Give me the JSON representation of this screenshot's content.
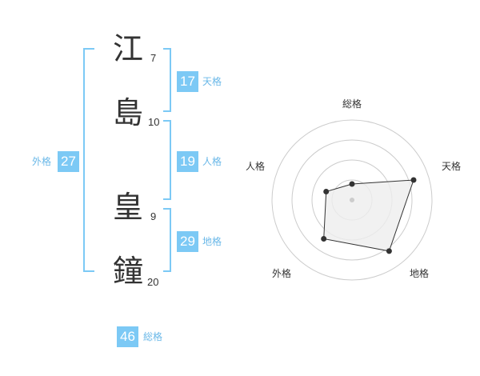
{
  "name": {
    "chars": [
      {
        "char": "江",
        "strokes": "7"
      },
      {
        "char": "島",
        "strokes": "10"
      },
      {
        "char": "皇",
        "strokes": "9"
      },
      {
        "char": "鐘",
        "strokes": "20"
      }
    ]
  },
  "fortunes": {
    "tenkaku": {
      "value": "17",
      "label": "天格"
    },
    "jinkaku": {
      "value": "19",
      "label": "人格"
    },
    "chikaku": {
      "value": "29",
      "label": "地格"
    },
    "gaikaku": {
      "value": "27",
      "label": "外格"
    },
    "soukaku": {
      "value": "46",
      "label": "総格"
    }
  },
  "radar": {
    "axes": [
      "総格",
      "天格",
      "地格",
      "外格",
      "人格"
    ],
    "values": [
      0.2,
      0.81,
      0.79,
      0.6,
      0.34
    ],
    "rings": 4,
    "colors": {
      "fill": "#eeeeee",
      "line": "#333333",
      "ring": "#cccccc",
      "dot": "#333333"
    }
  },
  "colors": {
    "accent": "#7cc9f5",
    "accent_text": "#6ab8e8"
  }
}
